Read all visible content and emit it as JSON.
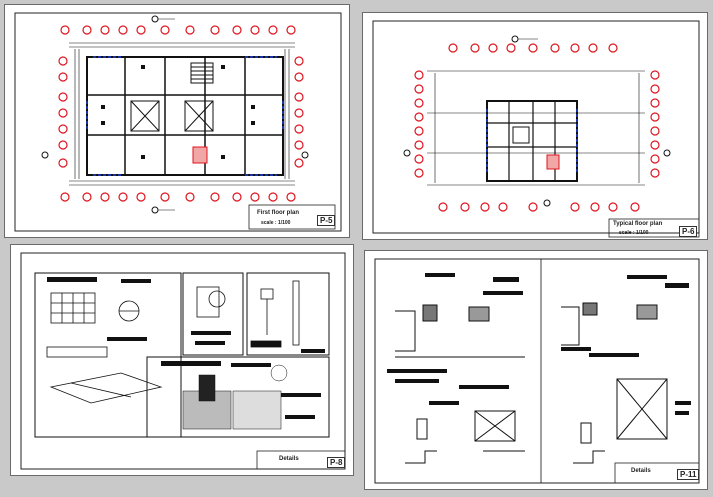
{
  "sheets": [
    {
      "id": "sheet-1",
      "title": "First floor plan",
      "scale": "scale : 1/100",
      "page": "P-5"
    },
    {
      "id": "sheet-2",
      "title": "Typical floor plan",
      "scale": "scale : 1/100",
      "page": "P-6"
    },
    {
      "id": "sheet-3",
      "title": "Details",
      "page": "P-8"
    },
    {
      "id": "sheet-4",
      "title": "Details",
      "page": "P-11"
    }
  ],
  "colors": {
    "bubble": "#e0141e",
    "blue_accent": "#1a3fd6",
    "line": "#111111",
    "frame_bg": "#c9c9c9"
  }
}
